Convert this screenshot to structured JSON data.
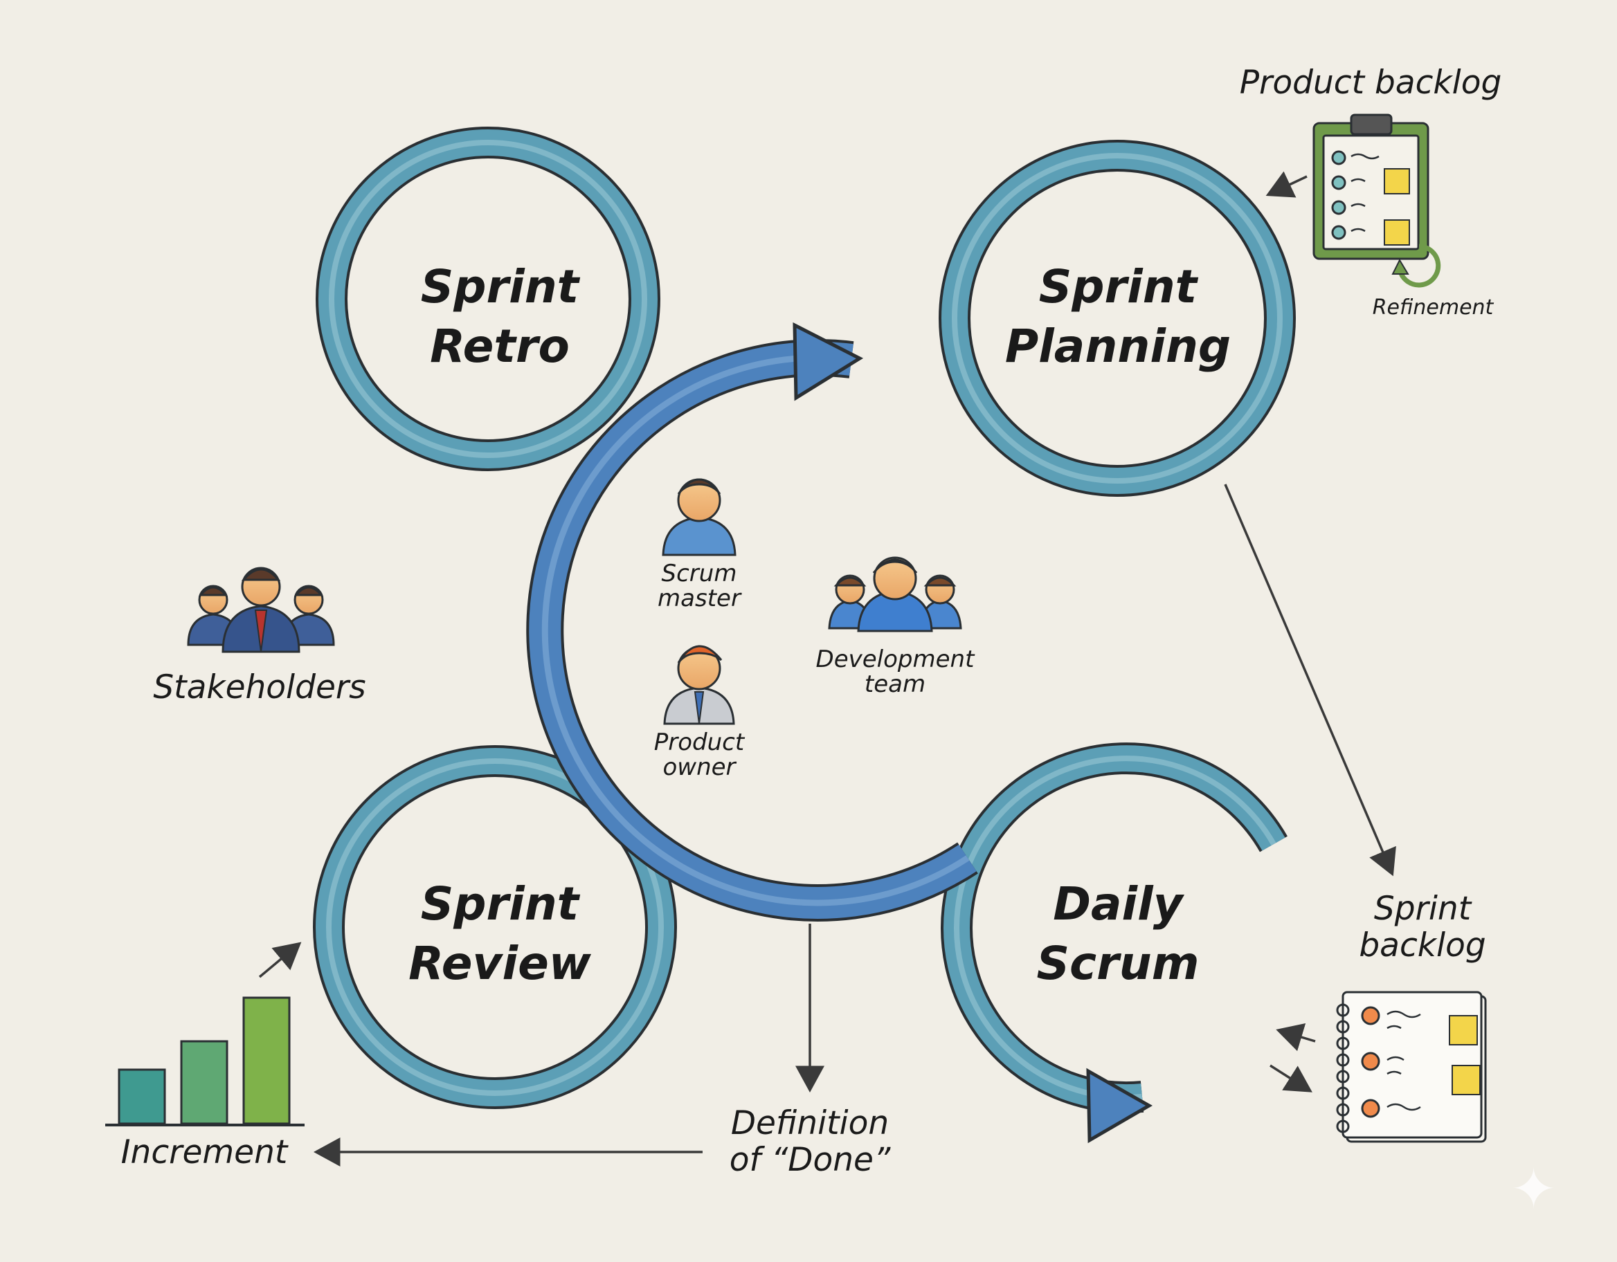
{
  "stages": {
    "retro": [
      "Sprint",
      "Retro"
    ],
    "planning": [
      "Sprint",
      "Planning"
    ],
    "review": [
      "Sprint",
      "Review"
    ],
    "daily": [
      "Daily",
      "Scrum"
    ]
  },
  "roles": {
    "scrum_master": [
      "Scrum",
      "master"
    ],
    "product_owner": [
      "Product",
      "owner"
    ],
    "development_team": [
      "Development",
      "team"
    ]
  },
  "artifacts": {
    "product_backlog": "Product backlog",
    "refinement": "Refinement",
    "sprint_backlog": [
      "Sprint",
      "backlog"
    ],
    "increment": "Increment",
    "definition_of_done": [
      "Definition",
      "of “Done”"
    ],
    "stakeholders": "Stakeholders"
  },
  "icons": [
    "stakeholders-icon",
    "scrum-master-icon",
    "product-owner-icon",
    "development-team-icon",
    "product-backlog-clipboard-icon",
    "sprint-backlog-notebook-icon",
    "increment-bar-chart-icon",
    "sparkle-icon"
  ],
  "colors": {
    "background": "#f1eee6",
    "central_cycle": "#4d82bd",
    "stage_ring": "#5c9fb6",
    "outline": "#2a2f33",
    "sticky_note": "#f3d54a",
    "increment_green": "#7fb24a",
    "increment_teal": "#3f9a90",
    "clipboard_green": "#6f9a4a"
  }
}
